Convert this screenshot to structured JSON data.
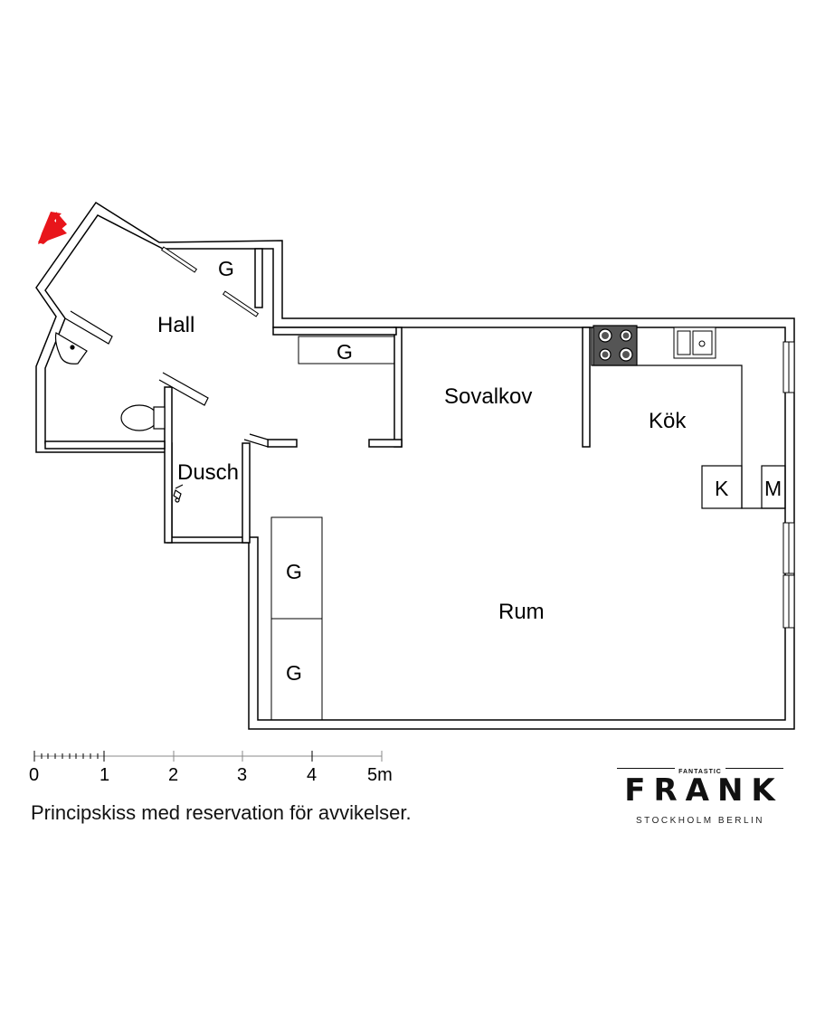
{
  "rooms": {
    "hall": "Hall",
    "storage_hall": "G",
    "storage_corridor": "G",
    "sovalkov": "Sovalkov",
    "kok": "Kök",
    "dusch": "Dusch",
    "rum": "Rum",
    "storage_rum_1": "G",
    "storage_rum_2": "G",
    "fridge": "K",
    "microwave": "M"
  },
  "scale": {
    "ticks": [
      "0",
      "1",
      "2",
      "3",
      "4",
      "5m"
    ]
  },
  "disclaimer": "Principskiss med reservation för avvikelser.",
  "logo": {
    "top": "FANTASTIC",
    "main": "FRANK",
    "sub": "STOCKHOLM  BERLIN"
  },
  "colors": {
    "wall": "#ffffff",
    "outline": "#000000",
    "entry_arrow": "#e8151b",
    "stove": "#555555"
  },
  "icons": [
    "entry-arrow-icon",
    "sink-icon",
    "toilet-icon",
    "shower-icon",
    "stove-icon",
    "kitchen-sink-icon"
  ]
}
